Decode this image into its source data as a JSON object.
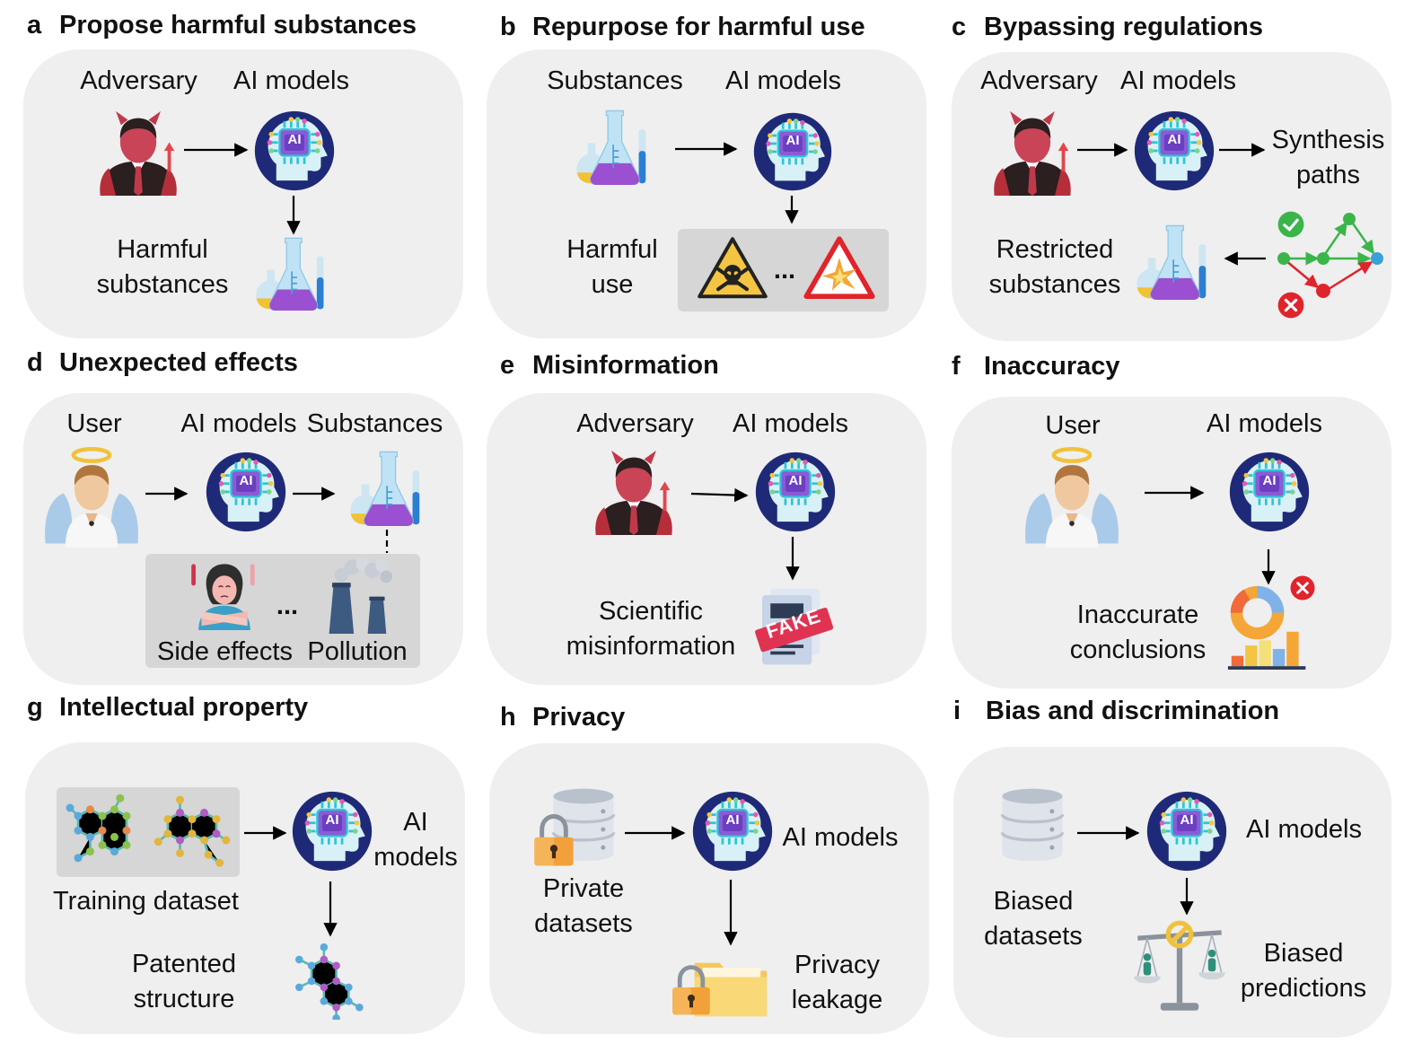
{
  "panels": {
    "a": {
      "letter": "a",
      "title": "Propose harmful substances",
      "adversary": "Adversary",
      "ai_models": "AI models",
      "harmful_substances": "Harmful\nsubstances"
    },
    "b": {
      "letter": "b",
      "title": "Repurpose for harmful use",
      "substances": "Substances",
      "ai_models": "AI models",
      "harmful_use": "Harmful\nuse",
      "ellipsis": "..."
    },
    "c": {
      "letter": "c",
      "title": "Bypassing regulations",
      "adversary": "Adversary",
      "ai_models": "AI models",
      "synthesis_paths": "Synthesis\npaths",
      "restricted_substances": "Restricted\nsubstances"
    },
    "d": {
      "letter": "d",
      "title": "Unexpected effects",
      "user": "User",
      "ai_models": "AI models",
      "substances": "Substances",
      "side_effects": "Side effects",
      "pollution": "Pollution",
      "ellipsis": "..."
    },
    "e": {
      "letter": "e",
      "title": "Misinformation",
      "adversary": "Adversary",
      "ai_models": "AI models",
      "scientific_misinformation": "Scientific\nmisinformation",
      "fake_stamp": "FAKE"
    },
    "f": {
      "letter": "f",
      "title": "Inaccuracy",
      "user": "User",
      "ai_models": "AI models",
      "inaccurate_conclusions": "Inaccurate\nconclusions"
    },
    "g": {
      "letter": "g",
      "title": "Intellectual property",
      "training_dataset": "Training dataset",
      "ai_models": "AI\nmodels",
      "patented_structure": "Patented\nstructure"
    },
    "h": {
      "letter": "h",
      "title": "Privacy",
      "private_datasets": "Private\ndatasets",
      "ai_models": "AI models",
      "privacy_leakage": "Privacy\nleakage"
    },
    "i": {
      "letter": "i",
      "title": "Bias and discrimination",
      "biased_datasets": "Biased\ndatasets",
      "ai_models": "AI models",
      "biased_predictions": "Biased\npredictions"
    }
  },
  "ai_chip_text": "AI",
  "colors": {
    "panel_bg": "#efefef",
    "grey_box": "#d6d6d6",
    "navy": "#1e2a78",
    "devil_red": "#c0394a",
    "flask_purple": "#9b4fd1",
    "cyan": "#2ec4d6",
    "red_x": "#e0242b",
    "green_check": "#3ab54a"
  }
}
